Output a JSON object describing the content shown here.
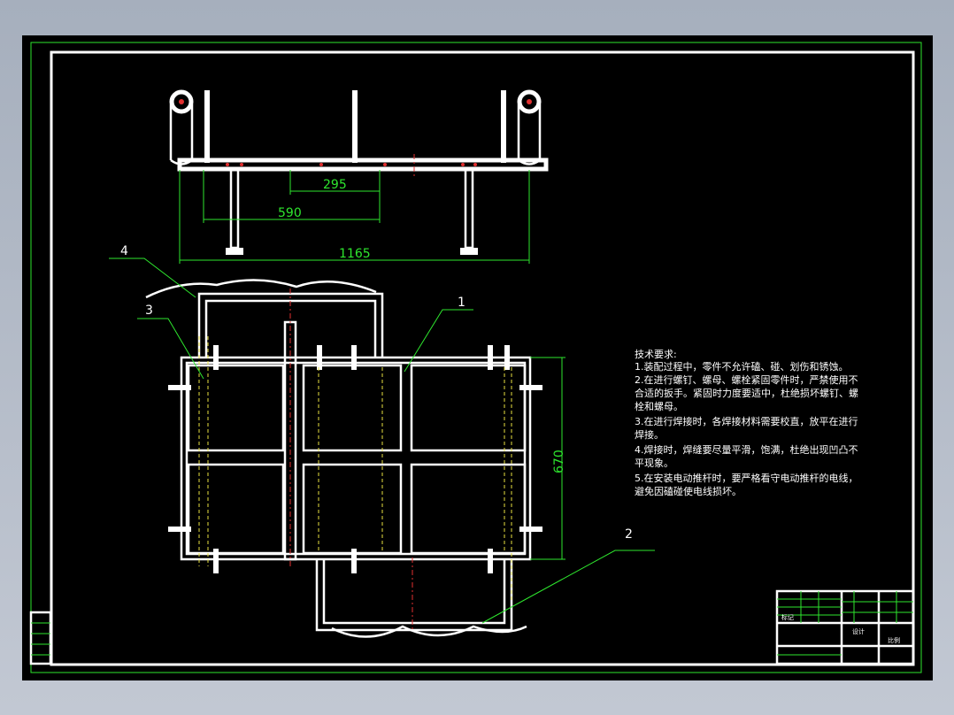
{
  "dimensions": {
    "d295": "295",
    "d590": "590",
    "d1165": "1165",
    "d670": "670"
  },
  "balloons": {
    "b1": "1",
    "b2": "2",
    "b3": "3",
    "b4": "4"
  },
  "tech_requirements": {
    "title": "技术要求:",
    "lines": [
      "1.装配过程中，零件不允许磕、碰、划伤和锈蚀。",
      "2.在进行螺钉、螺母、螺栓紧固零件时，严禁使用不",
      "合适的扳手。紧固时力度要适中，杜绝损坏螺钉、螺",
      "栓和螺母。",
      "3.在进行焊接时，各焊接材料需要校直，放平在进行",
      "焊接。",
      "4.焊接时，焊缝要尽量平滑，饱满，杜绝出现凹凸不",
      "平现象。",
      "5.在安装电动推杆时，要严格看守电动推杆的电线，",
      "避免因磕碰使电线损坏。"
    ]
  },
  "title_block": {
    "cell_a": "标记",
    "cell_b": "设计",
    "cell_c": "比例"
  },
  "colors": {
    "background": "#000000",
    "annotation": "#2ee62e",
    "geometry": "#ffffff",
    "centerline": "#e23030",
    "hidden": "#e8e040"
  }
}
